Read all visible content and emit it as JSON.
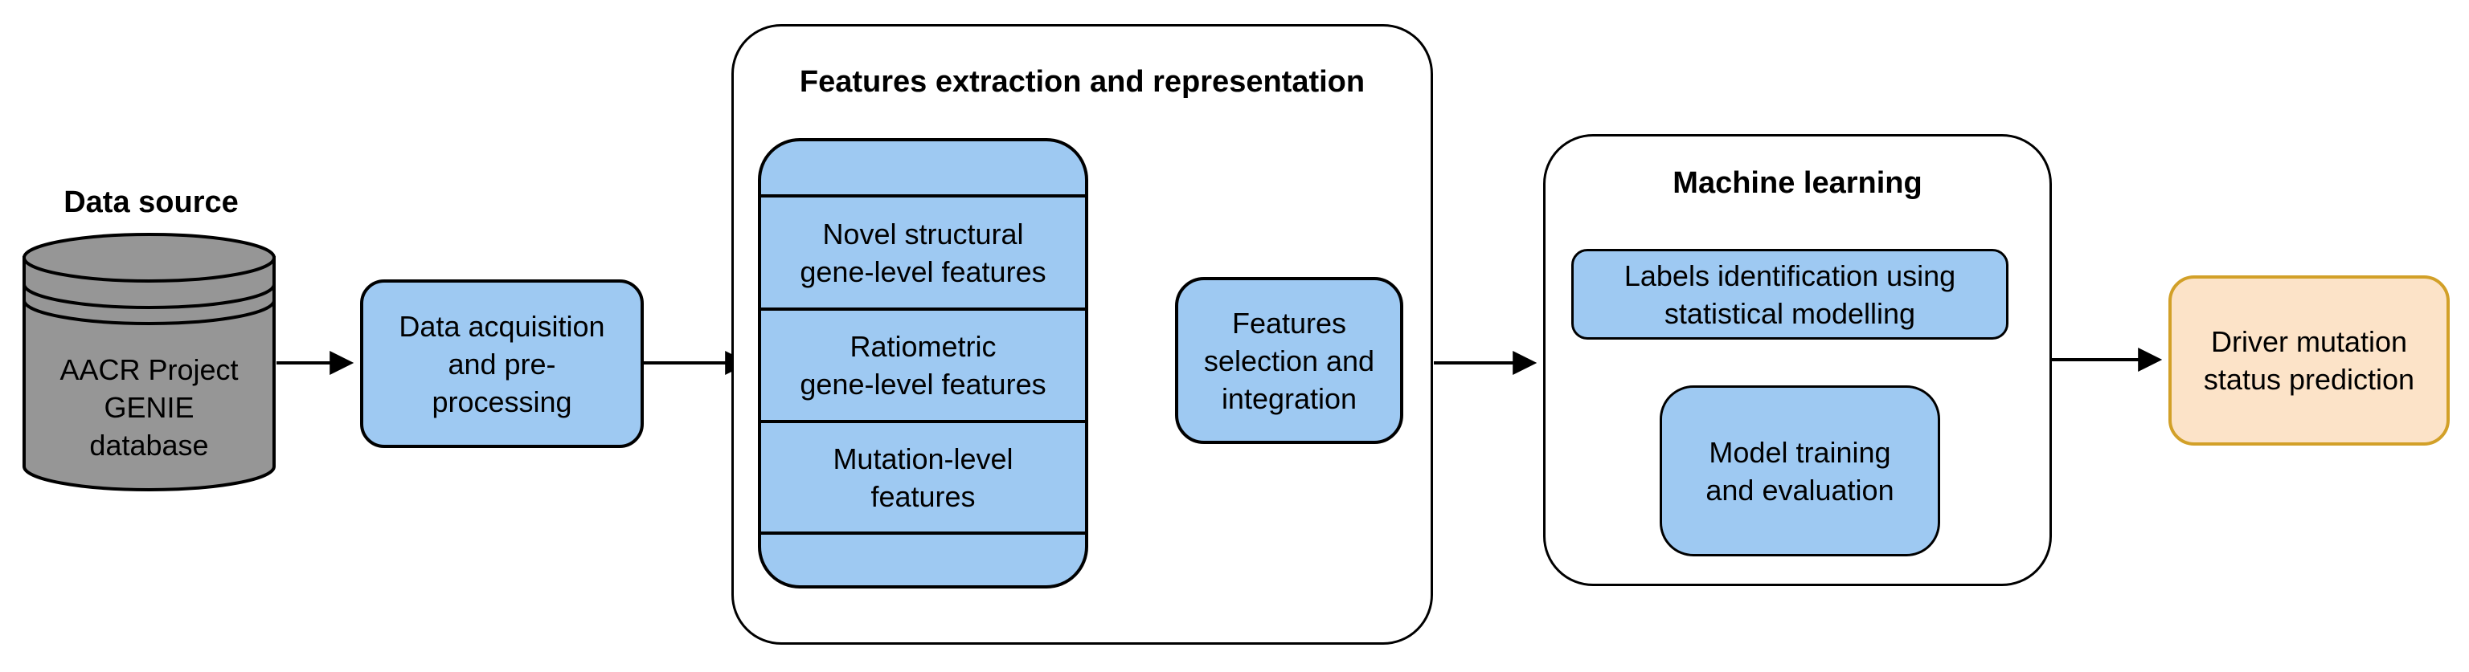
{
  "diagram": {
    "stages": {
      "data_source_label": "Data source",
      "database_label": "AACR Project\nGENIE\ndatabase",
      "data_acquisition_label": "Data acquisition\nand pre-\nprocessing",
      "features_container_title": "Features extraction and representation",
      "feature_rows": [
        "Novel structural\ngene-level features",
        "Ratiometric\ngene-level features",
        "Mutation-level\nfeatures"
      ],
      "features_selection_label": "Features\nselection and\nintegration",
      "ml_container_title": "Machine learning",
      "labels_identification_label": "Labels identification using\nstatistical modelling",
      "model_training_label": "Model training\nand evaluation",
      "prediction_label": "Driver mutation\nstatus prediction"
    },
    "colors": {
      "background": "#FFFFFF",
      "process_fill": "#9EC9F2",
      "process_border": "#000000",
      "container_fill": "#FFFFFF",
      "container_border": "#000000",
      "database_fill": "#969696",
      "database_border": "#000000",
      "result_fill": "#FCE3C8",
      "result_border": "#D2A028",
      "arrow": "#000000",
      "text": "#000000"
    }
  }
}
